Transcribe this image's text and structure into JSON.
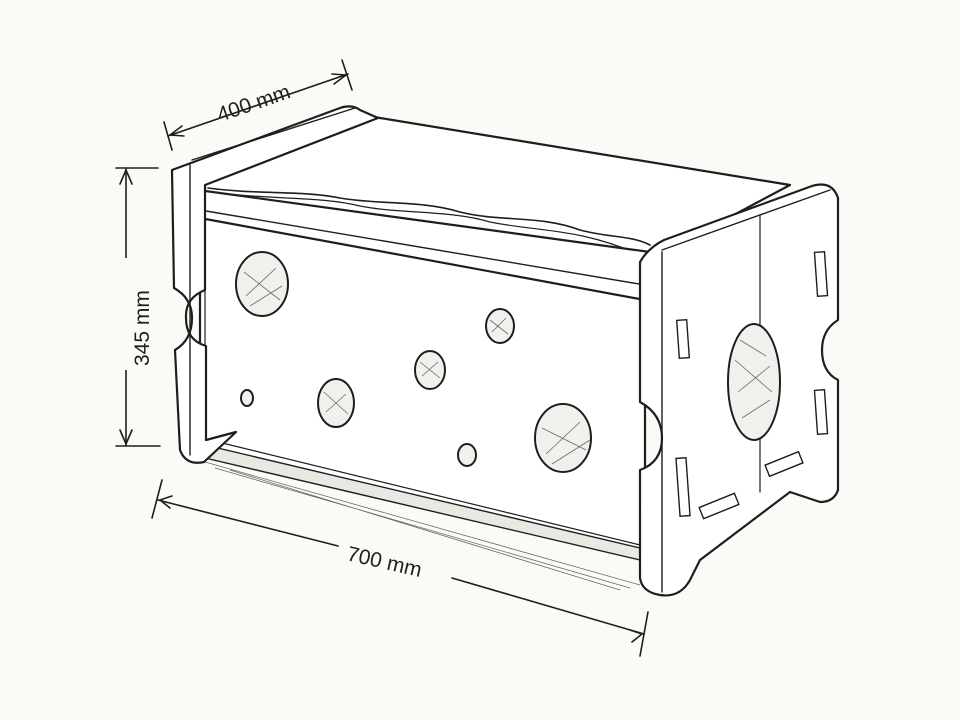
{
  "diagram": {
    "dimensions": {
      "depth": "400 mm",
      "height": "345 mm",
      "length": "700 mm"
    },
    "colors": {
      "ink": "#1e1e1e",
      "paper": "#fbfaf6"
    }
  }
}
